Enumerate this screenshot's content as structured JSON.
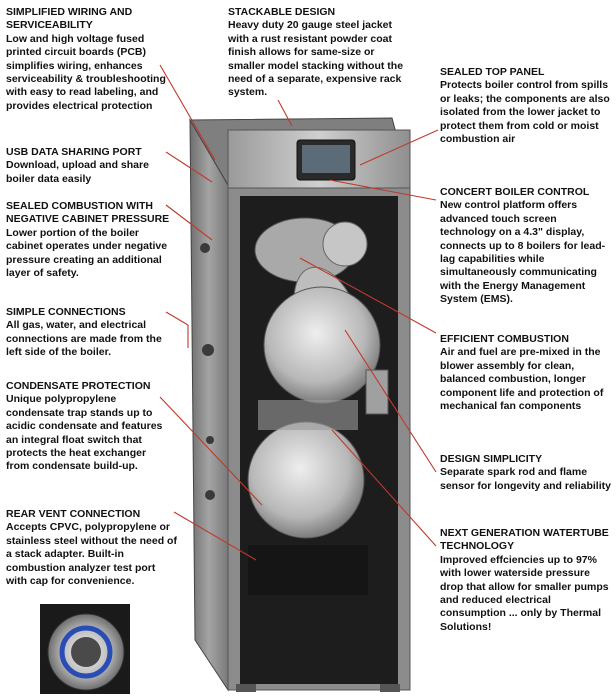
{
  "callouts": {
    "wiring": {
      "title": "SIMPLIFIED WIRING AND SERVICEABILITY",
      "body": "Low and high voltage fused printed circuit boards (PCB) simplifies wiring, enhances serviceability & troubleshooting with easy to read labeling, and provides electrical protection"
    },
    "stackable": {
      "title": "STACKABLE DESIGN",
      "body": "Heavy duty 20 gauge steel jacket with a rust resistant powder coat finish allows for same-size or smaller model stacking without the need of a separate, expensive rack system."
    },
    "top_panel": {
      "title": "SEALED TOP PANEL",
      "body": "Protects boiler control from spills or leaks; the components are also isolated from the lower jacket to protect them from cold or moist combustion air"
    },
    "usb": {
      "title": "USB DATA SHARING PORT",
      "body": "Download, upload and share boiler data easily"
    },
    "concert": {
      "title": "CONCERT BOILER CONTROL",
      "body": "New control platform offers advanced touch screen technology on a 4.3\" display, connects up to 8 boilers for lead-lag capabilities while simultaneously communicating with the Energy Management System (EMS)."
    },
    "sealed_combustion": {
      "title": "SEALED COMBUSTION WITH NEGATIVE CABINET PRESSURE",
      "body": "Lower portion of the boiler cabinet operates under negative pressure creating an additional layer of safety."
    },
    "connections": {
      "title": "SIMPLE CONNECTIONS",
      "body": "All gas, water, and electrical connections are made from the left side of the boiler."
    },
    "efficient": {
      "title": "EFFICIENT COMBUSTION",
      "body": "Air and fuel are pre-mixed in the blower assembly for clean, balanced combustion, longer component life and protection of mechanical fan components"
    },
    "condensate": {
      "title": "CONDENSATE PROTECTION",
      "body": "Unique polypropylene condensate trap stands up to acidic condensate and features an integral float switch that protects the heat exchanger from condensate build-up."
    },
    "design": {
      "title": "DESIGN SIMPLICITY",
      "body": "Separate spark rod and flame sensor for longevity and reliability"
    },
    "rear_vent": {
      "title": "REAR VENT CONNECTION",
      "body": "Accepts CPVC, polypropylene or stainless steel without the need of a stack adapter.  Built-in combustion analyzer test port with cap for convenience."
    },
    "watertube": {
      "title": "NEXT GENERATION WATERTUBE TECHNOLOGY",
      "body": "Improved effciencies up to 97% with lower waterside pressure drop that allow for smaller pumps and reduced electrical consumption ... only by Thermal Solutions!"
    }
  },
  "colors": {
    "leader": "#c0392b",
    "cabinet": "#8e8e8e",
    "interior": "#1c1c1c",
    "steel": "#c9c9c9"
  },
  "icons": {
    "product": "boiler-illustration",
    "inset": "vent-connector-photo"
  }
}
